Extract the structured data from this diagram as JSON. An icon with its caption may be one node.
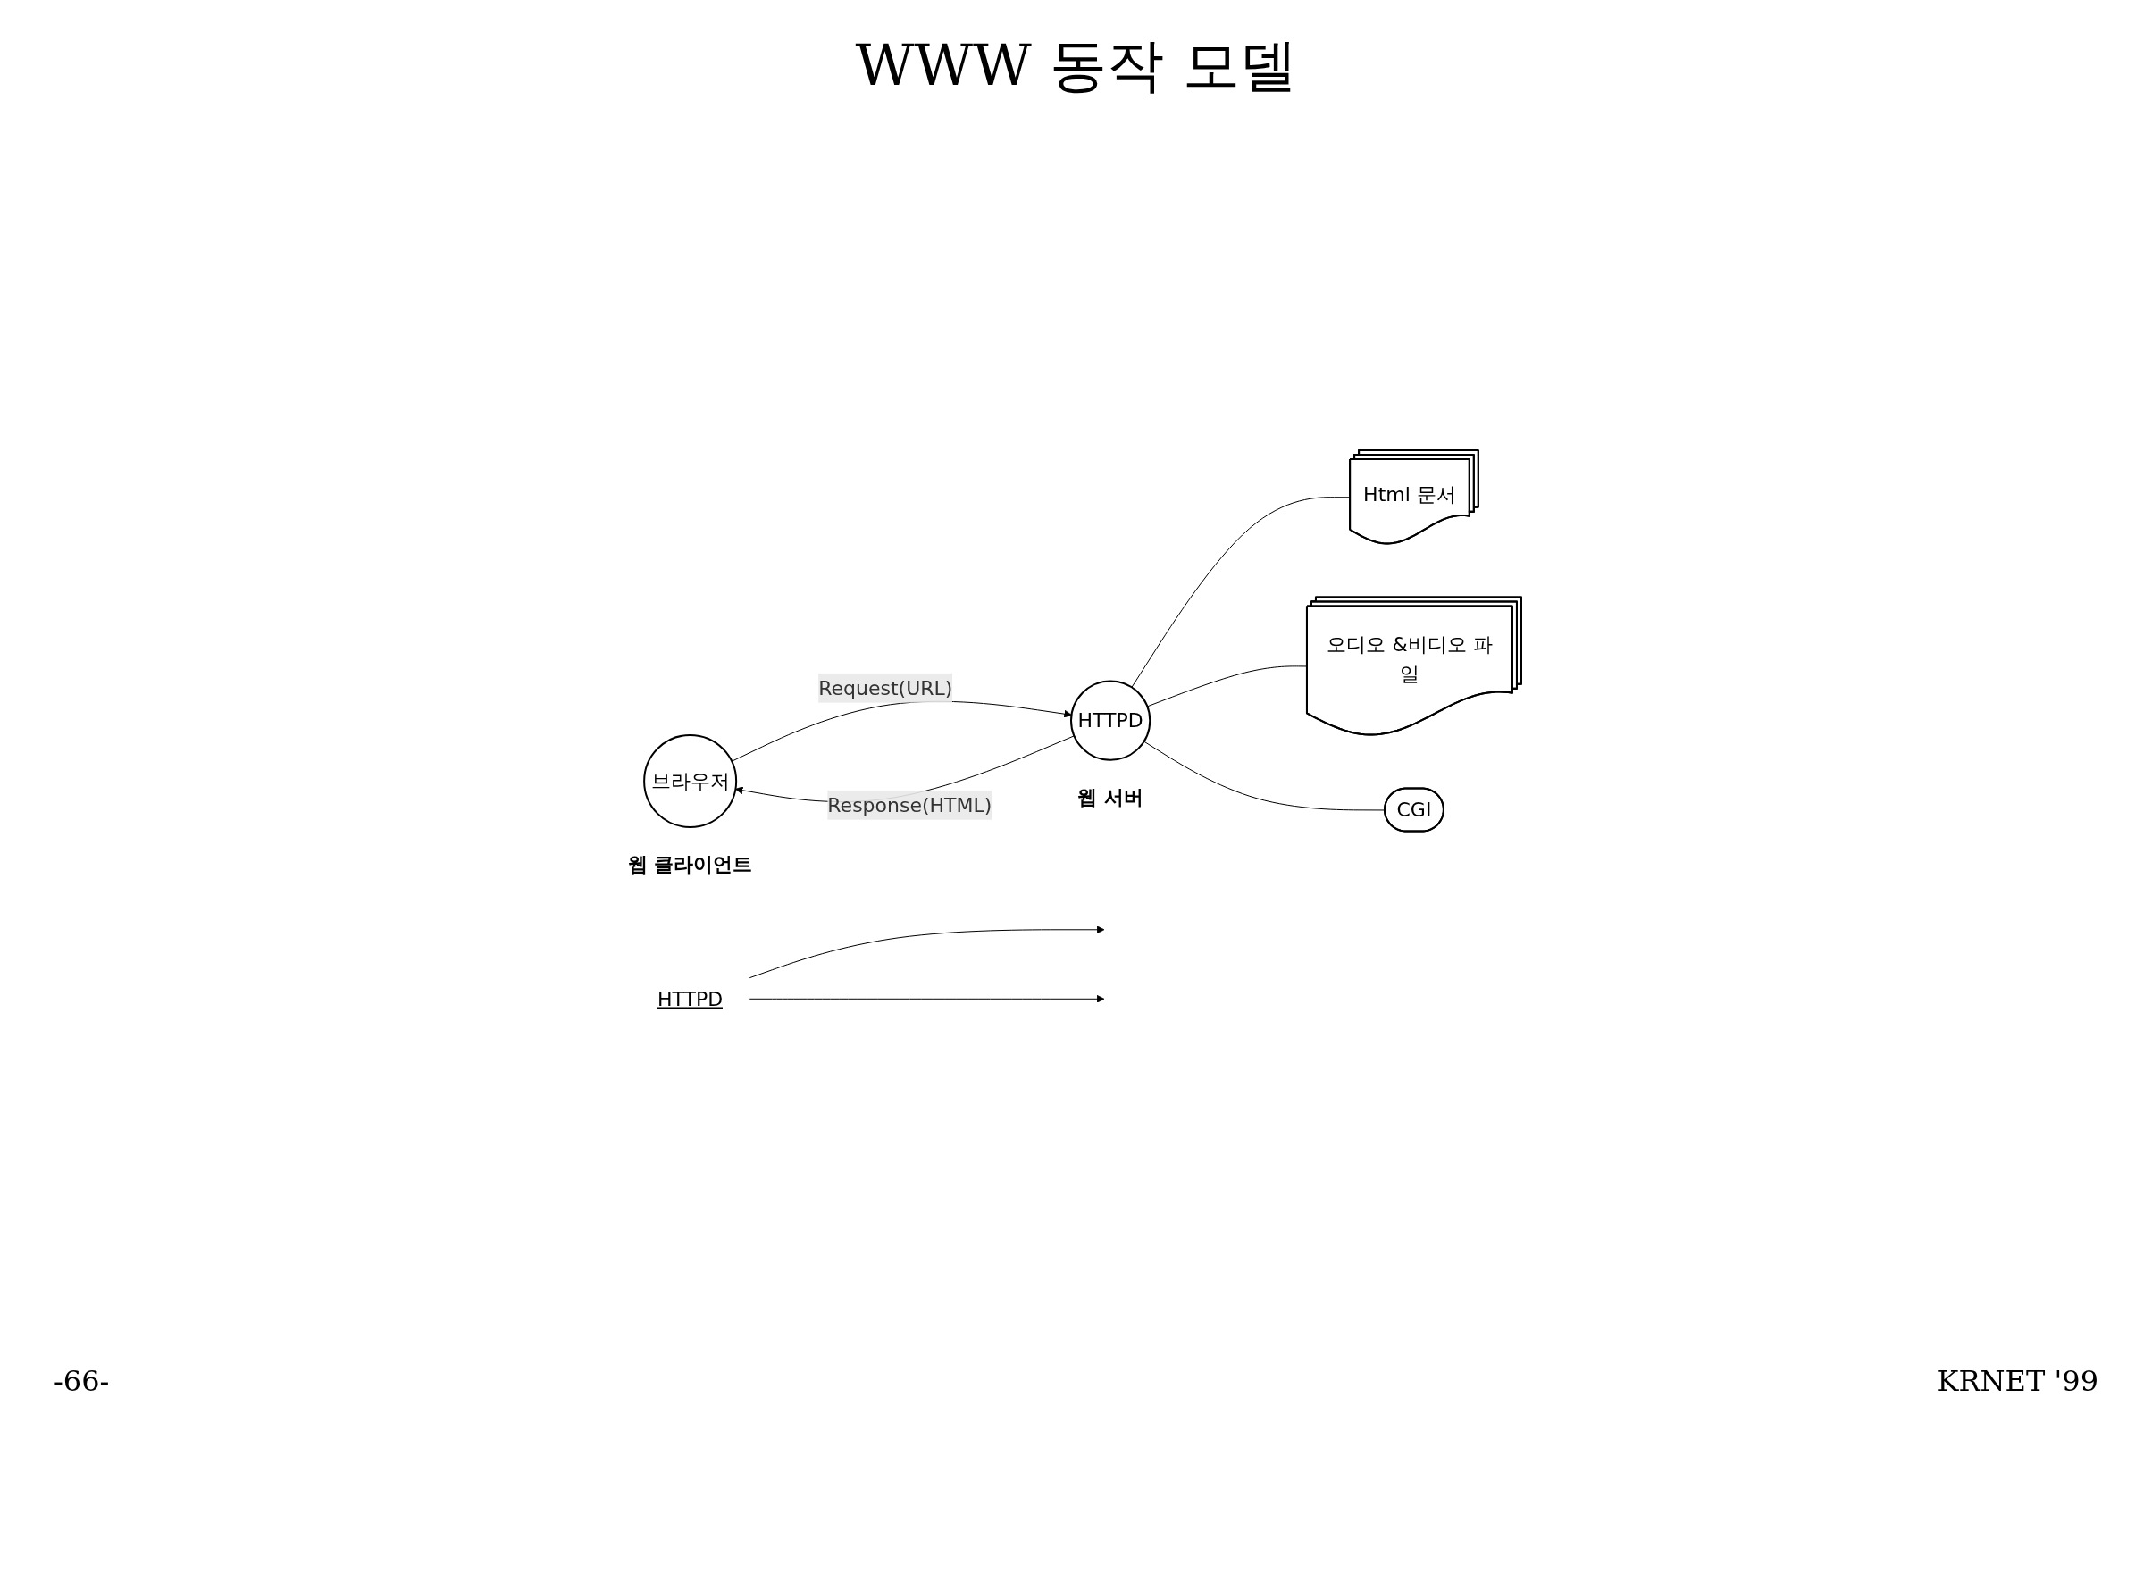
{
  "diagram": {
    "title": "WWW 동작 모델",
    "nodes": [
      {
        "text": [
          "브라우저"
        ],
        "beside": [
          "웹 클라이언트"
        ]
      },
      {
        "text": [
          "HTTPD"
        ],
        "beside": [
          "웹 서버"
        ]
      },
      {
        "text": [
          "Html 문서"
        ]
      },
      {
        "text": [
          "오디오 &비디오 파일"
        ]
      },
      {
        "text": [
          "CGI"
        ]
      },
      {
        "text": [
          "HTTPD"
        ]
      }
    ],
    "edges": [
      {
        "from": 0,
        "to": 1,
        "label": "Request(URL)",
        "arrow": "to"
      },
      {
        "from": 1,
        "to": 0,
        "label": "Response(HTML)",
        "arrow": "to"
      },
      {
        "from": 1,
        "to": 2,
        "arrow": "none"
      },
      {
        "from": 1,
        "to": 3,
        "arrow": "none"
      },
      {
        "from": 1,
        "to": 4,
        "arrow": "none"
      },
      {
        "from": 5,
        "to": null,
        "arrow": "to"
      },
      {
        "from": 5,
        "to": null,
        "arrow": "to"
      }
    ],
    "labels": [
      "-66-",
      "KRNET '99"
    ]
  }
}
